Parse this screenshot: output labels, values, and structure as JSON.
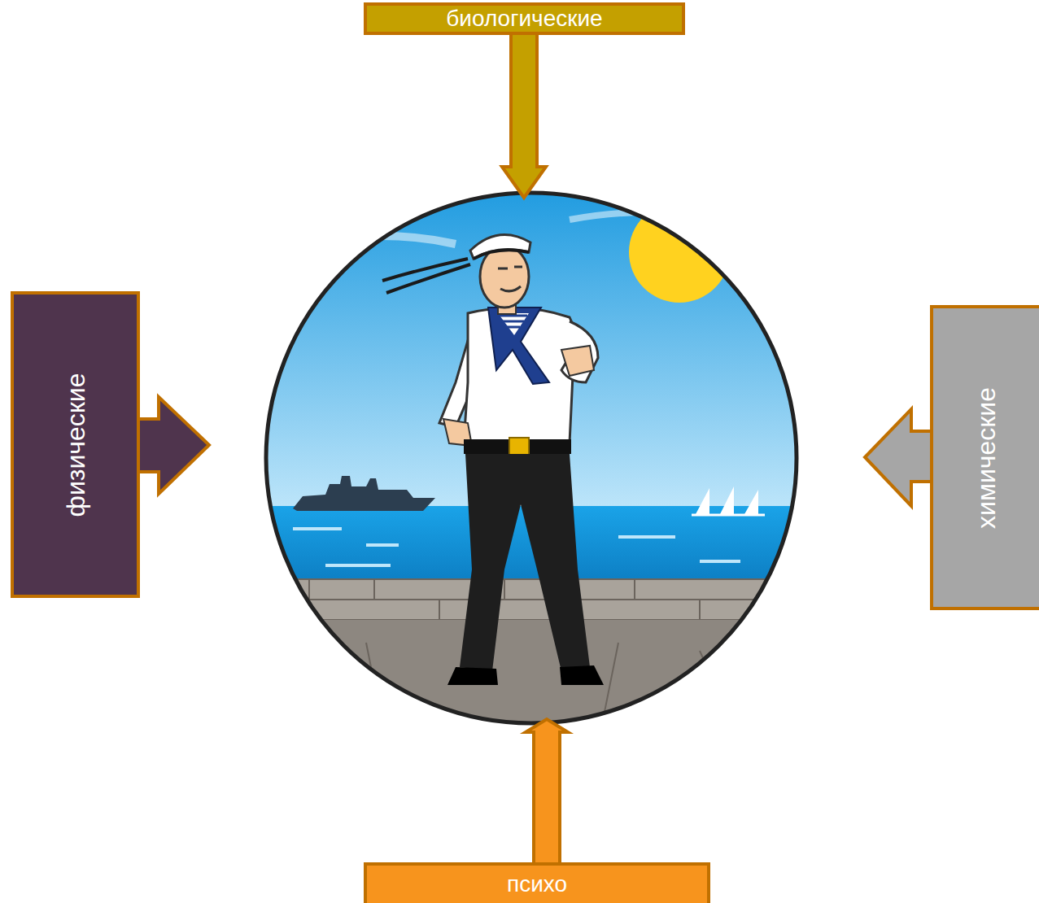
{
  "diagram": {
    "nodes": [
      {
        "text": [
          "биологические"
        ]
      },
      {
        "text": [
          "физические"
        ]
      },
      {
        "text": [
          "химические"
        ]
      },
      {
        "text": [
          "психо"
        ]
      }
    ]
  }
}
